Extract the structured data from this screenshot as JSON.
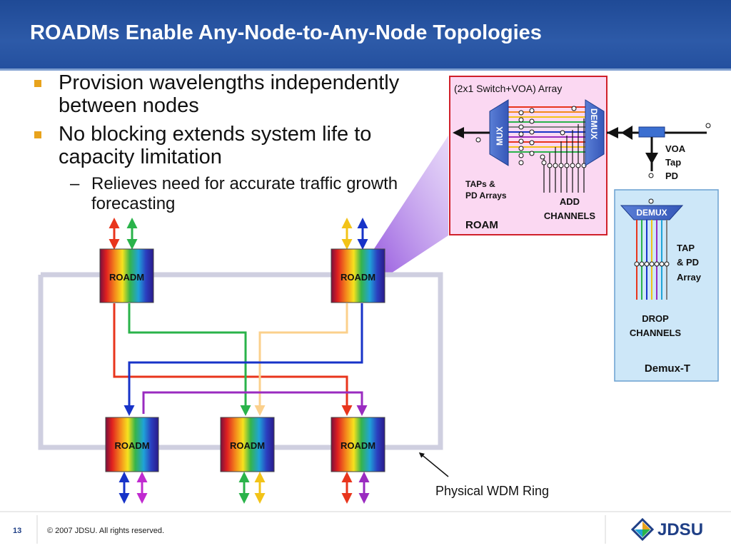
{
  "slide": {
    "title": "ROADMs Enable Any-Node-to-Any-Node Topologies",
    "bullets": [
      {
        "text": "Provision wavelengths independently between nodes"
      },
      {
        "text": "No blocking extends system life to capacity limitation"
      }
    ],
    "sub_bullets": [
      {
        "text": "Relieves need for accurate traffic growth forecasting"
      }
    ],
    "sub_bullet_dash": "–"
  },
  "diagram": {
    "roadm_label": "ROADM",
    "ring_label": "Physical WDM Ring",
    "roam": {
      "array_label": "(2x1 Switch+VOA) Array",
      "mux_label": "MUX",
      "demux_label": "DEMUX",
      "taps_label_1": "TAPs &",
      "taps_label_2": "PD Arrays",
      "add_label_1": "ADD",
      "add_label_2": "CHANNELS",
      "name": "ROAM",
      "voa_1": "VOA",
      "voa_2": "Tap",
      "voa_3": "PD"
    },
    "demux_t": {
      "demux_label": "DEMUX",
      "tap_1": "TAP",
      "tap_2": "& PD",
      "tap_3": "Array",
      "drop_1": "DROP",
      "drop_2": "CHANNELS",
      "name": "Demux-T"
    },
    "colors": {
      "red": "#e8351c",
      "green": "#2ab34a",
      "blue": "#1733c8",
      "purple": "#9a2bc0",
      "gold": "#f2c318",
      "peach": "#fbd08c",
      "ring": "#cfcfe0"
    }
  },
  "footer": {
    "page_number": "13",
    "copyright": "© 2007 JDSU. All rights reserved.",
    "logo_text": "JDSU"
  }
}
